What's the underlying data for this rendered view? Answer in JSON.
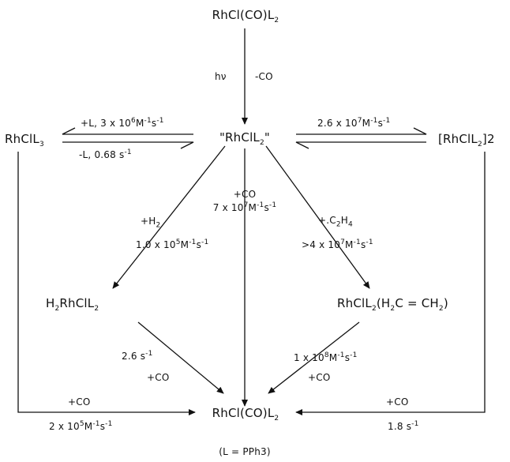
{
  "species": {
    "top": [
      "RhCl(CO)L",
      "2",
      ""
    ],
    "center": [
      "\"RhClL",
      "2",
      "\""
    ],
    "left": [
      "RhClL",
      "3",
      ""
    ],
    "right": [
      "[RhClL",
      "2",
      "]2"
    ],
    "h2": [
      "H",
      "2",
      "RhClL",
      "2",
      ""
    ],
    "ethylene": [
      "RhClL",
      "2",
      "(H",
      "2",
      "C = CH",
      "2",
      ")"
    ],
    "product": [
      "RhCl(CO)L",
      "2",
      ""
    ]
  },
  "labels": {
    "hv": "hν",
    "minus_co": "-CO",
    "plus_l": [
      "+L, 3 x 10",
      "6",
      "M",
      "-1",
      "s",
      "-1",
      ""
    ],
    "minus_l": [
      "-L, 0.68 s",
      "-1",
      ""
    ],
    "dimer_rate": [
      "2.6 x 10",
      "7",
      "M",
      "-1",
      "s",
      "-1",
      ""
    ],
    "plus_h2": [
      "+H",
      "2",
      ""
    ],
    "h2_rate": [
      "1.0 x 10",
      "5",
      "M",
      "-1",
      "s",
      "-1",
      ""
    ],
    "plus_co_center": "+CO",
    "co_rate": [
      "7 x 10",
      "7",
      "M",
      "-1",
      "s",
      "-1",
      ""
    ],
    "plus_c2h4": [
      "+.C",
      "2",
      "H",
      "4",
      ""
    ],
    "c2h4_rate": [
      ">4 x 10",
      "7",
      "M",
      "-1",
      "s",
      "-1",
      ""
    ],
    "h2_co_rate": [
      "2.6 s",
      "-1",
      ""
    ],
    "plus_co_h2": "+CO",
    "eth_co_rate": [
      "1 x 10",
      "8",
      "M",
      "-1",
      "s",
      "-1",
      ""
    ],
    "plus_co_eth": "+CO",
    "plus_co_left": "+CO",
    "left_co_rate": [
      "2 x 10",
      "5",
      "M",
      "-1",
      "s",
      "-1",
      ""
    ],
    "plus_co_right": "+CO",
    "right_co_rate": [
      "1.8 s",
      "-1",
      ""
    ],
    "definition": "(L = PPh3)"
  }
}
